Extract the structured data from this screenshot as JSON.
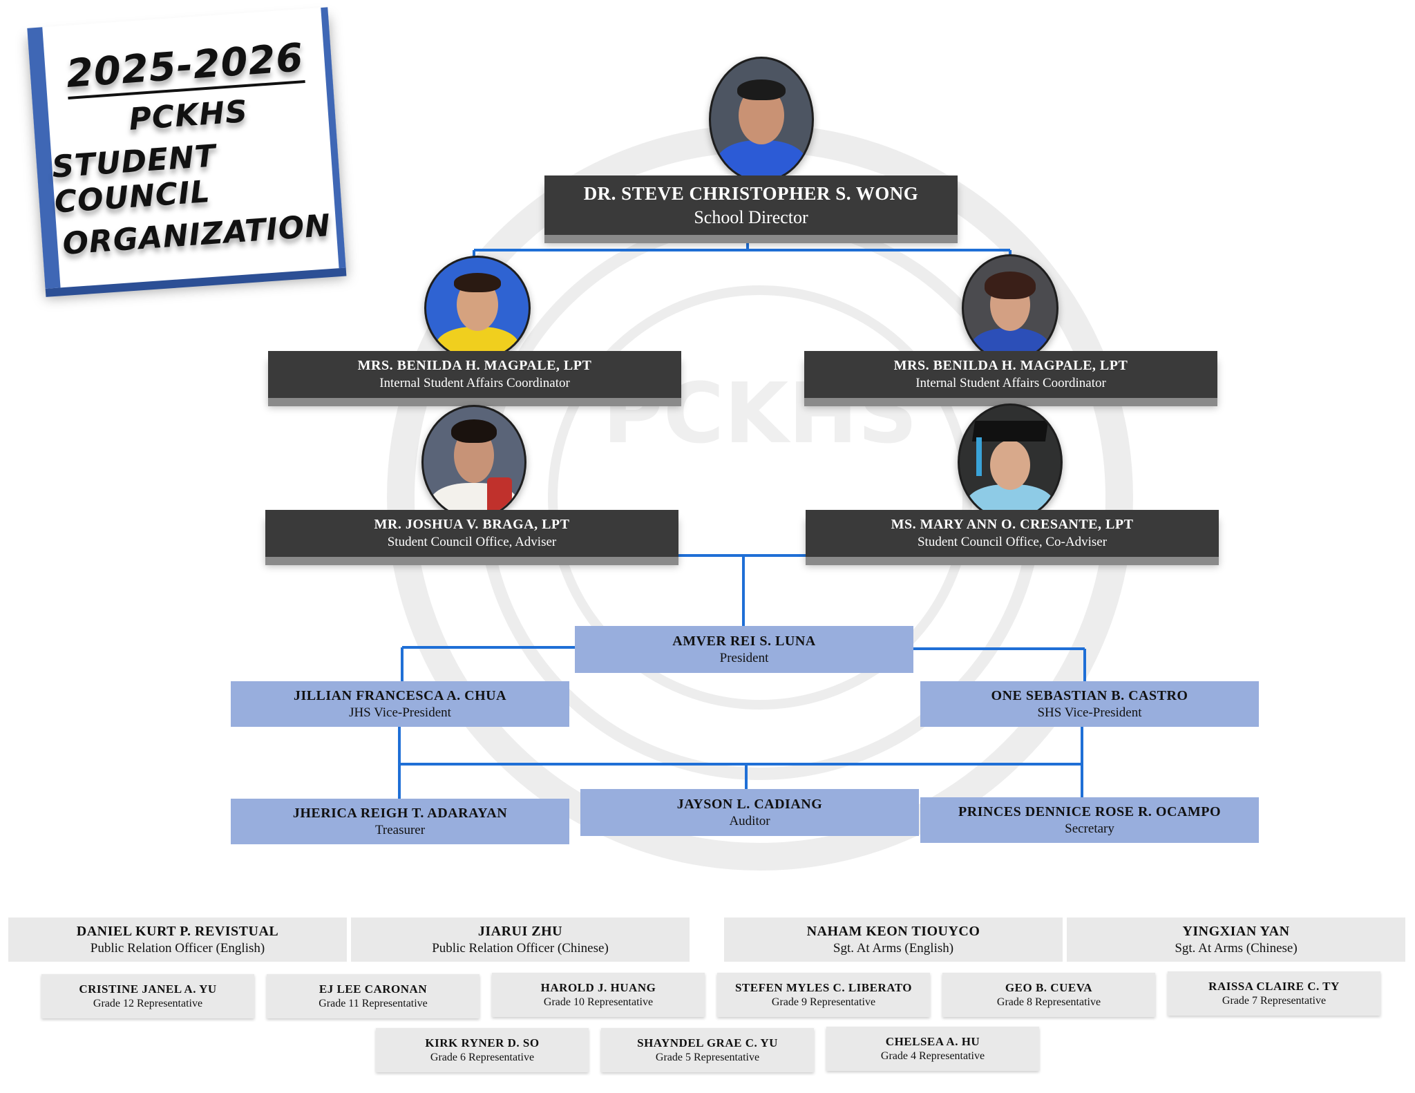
{
  "title_card": {
    "year": "2025-2026",
    "line1": "PCKHS",
    "line2": "STUDENT COUNCIL",
    "line3": "ORGANIZATION"
  },
  "watermark_text": "PCKHS",
  "colors": {
    "connector": "#1f6fd6",
    "dark_box": "#3a3a3a",
    "blue_box": "#98aedd",
    "grey_box": "#e9e9e9",
    "title_card_accent": "#3f67b5"
  },
  "director": {
    "name": "DR. STEVE CHRISTOPHER S. WONG",
    "role": "School Director",
    "photo_icon": "portrait-photo"
  },
  "coordinators": [
    {
      "name": "MRS. BENILDA H. MAGPALE, LPT",
      "role": "Internal Student Affairs Coordinator",
      "photo_icon": "portrait-photo"
    },
    {
      "name": "MRS. BENILDA H. MAGPALE, LPT",
      "role": "Internal Student Affairs Coordinator",
      "photo_icon": "portrait-photo"
    }
  ],
  "advisers": [
    {
      "name": "MR. JOSHUA V. BRAGA, LPT",
      "role": "Student Council Office, Adviser",
      "photo_icon": "portrait-photo"
    },
    {
      "name": "MS. MARY ANN O. CRESANTE, LPT",
      "role": "Student Council Office, Co-Adviser",
      "photo_icon": "portrait-photo"
    }
  ],
  "president": {
    "name": "AMVER REI S. LUNA",
    "role": "President"
  },
  "vice_presidents": [
    {
      "name": "JILLIAN FRANCESCA A. CHUA",
      "role": "JHS Vice-President"
    },
    {
      "name": "ONE SEBASTIAN B. CASTRO",
      "role": "SHS Vice-President"
    }
  ],
  "officers": [
    {
      "name": "JHERICA REIGH T. ADARAYAN",
      "role": "Treasurer"
    },
    {
      "name": "JAYSON L. CADIANG",
      "role": "Auditor"
    },
    {
      "name": "PRINCES DENNICE ROSE R.  OCAMPO",
      "role": "Secretary"
    }
  ],
  "pro_sgt": [
    {
      "name": "DANIEL KURT P. REVISTUAL",
      "role": "Public Relation Officer (English)"
    },
    {
      "name": "JIARUI ZHU",
      "role": "Public Relation Officer (Chinese)"
    },
    {
      "name": "NAHAM KEON TIOUYCO",
      "role": "Sgt. At Arms (English)"
    },
    {
      "name": "YINGXIAN YAN",
      "role": "Sgt. At Arms (Chinese)"
    }
  ],
  "representatives_row1": [
    {
      "name": "CRISTINE JANEL A. YU",
      "role": "Grade 12 Representative"
    },
    {
      "name": "EJ LEE CARONAN",
      "role": "Grade 11 Representative"
    },
    {
      "name": "HAROLD J. HUANG",
      "role": "Grade 10 Representative"
    },
    {
      "name": "STEFEN MYLES C. LIBERATO",
      "role": "Grade 9 Representative"
    },
    {
      "name": "GEO B. CUEVA",
      "role": "Grade 8 Representative"
    },
    {
      "name": "RAISSA CLAIRE C. TY",
      "role": "Grade 7 Representative"
    }
  ],
  "representatives_row2": [
    {
      "name": "KIRK RYNER D. SO",
      "role": "Grade 6 Representative"
    },
    {
      "name": "SHAYNDEL GRAE C. YU",
      "role": "Grade 5 Representative"
    },
    {
      "name": "CHELSEA A. HU",
      "role": "Grade 4 Representative"
    }
  ]
}
